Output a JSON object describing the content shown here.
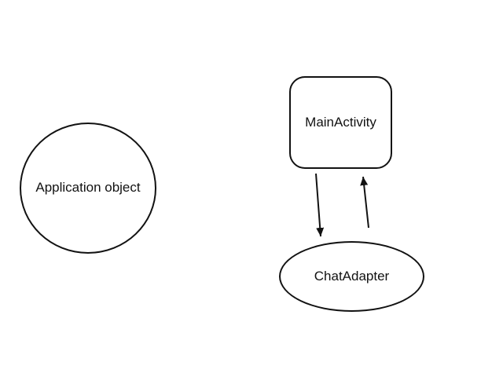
{
  "diagram": {
    "colors": {
      "background": "#ffffff",
      "stroke": "#121212",
      "text": "#121212"
    },
    "nodes": [
      {
        "id": "application-object",
        "shape": "circle",
        "label": "Application object"
      },
      {
        "id": "main-activity",
        "shape": "rounded-rectangle",
        "label": "MainActivity"
      },
      {
        "id": "chat-adapter",
        "shape": "ellipse",
        "label": "ChatAdapter"
      }
    ],
    "edges": [
      {
        "from": "MainActivity",
        "to": "ChatAdapter",
        "direction": "down"
      },
      {
        "from": "ChatAdapter",
        "to": "MainActivity",
        "direction": "up"
      }
    ]
  }
}
